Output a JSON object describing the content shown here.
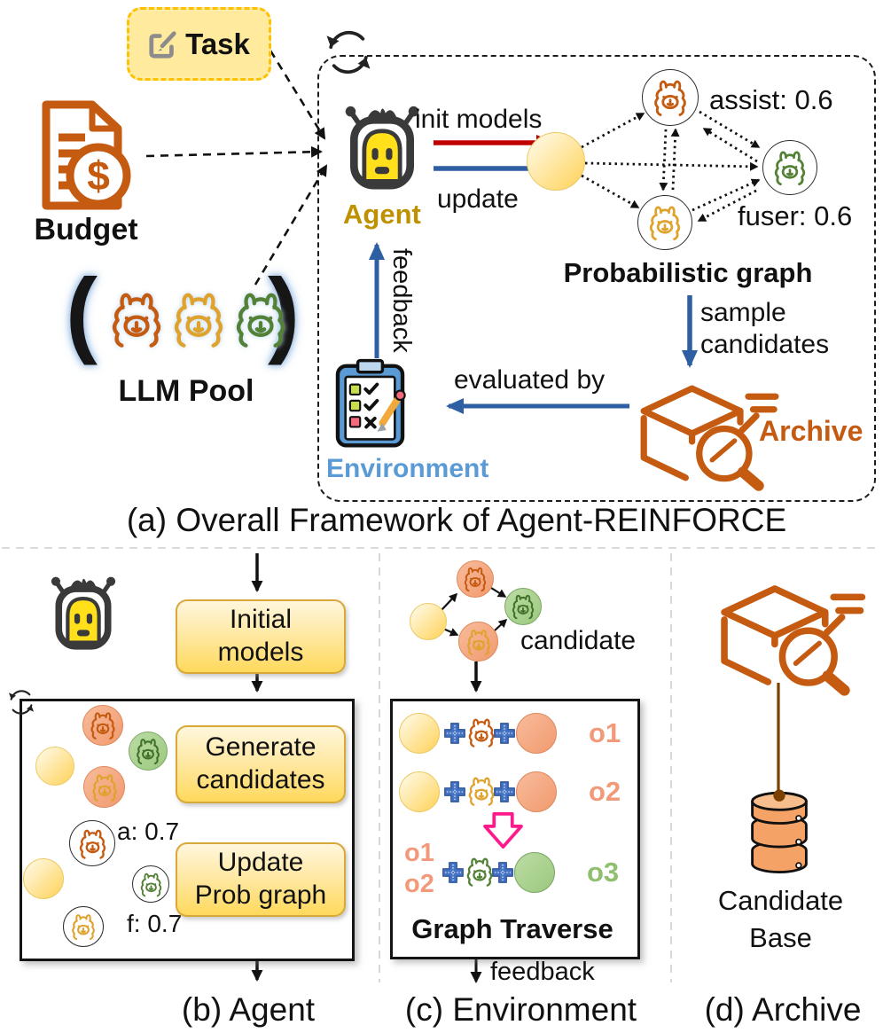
{
  "inputs": {
    "task_label": "Task",
    "budget_label": "Budget",
    "budget_currency": "$",
    "llm_pool_label": "LLM Pool"
  },
  "panel_a": {
    "caption": "(a) Overall Framework of Agent-REINFORCE",
    "agent_label": "Agent",
    "init_models_label": "init models",
    "update_label": "update",
    "feedback_label": "feedback",
    "prob_graph_label": "Probabilistic graph",
    "assist_label": "assist: 0.6",
    "fuser_label": "fuser: 0.6",
    "sample_line1": "sample",
    "sample_line2": "candidates",
    "evaluated_by_label": "evaluated by",
    "environment_label": "Environment",
    "archive_label": "Archive"
  },
  "panel_b": {
    "caption": "(b) Agent",
    "initial_models_line1": "Initial",
    "initial_models_line2": "models",
    "generate_line1": "Generate",
    "generate_line2": "candidates",
    "update_line1": "Update",
    "update_line2": "Prob graph",
    "assist_prob": "a: 0.7",
    "fuser_prob": "f: 0.7"
  },
  "panel_c": {
    "caption": "(c) Environment",
    "candidate_label": "candidate",
    "row1_output": "o1",
    "row2_output": "o2",
    "row3_input1": "o1",
    "row3_input2": "o2",
    "row3_output": "o3",
    "graph_traverse_label": "Graph Traverse",
    "feedback_label": "feedback"
  },
  "panel_d": {
    "caption": "(d) Archive",
    "candidate_base_line1": "Candidate",
    "candidate_base_line2": "Base"
  },
  "colors": {
    "llama_orange": "#C55A11",
    "llama_gold": "#DFA32D",
    "llama_green": "#538135",
    "blue_arrow": "#2E5FA3",
    "red_arrow": "#C00000",
    "agent_gold": "#BF9000",
    "environment_blue": "#5B9BD5",
    "archive_orange": "#C55A11",
    "salmon": "#F2997A",
    "light_green": "#8FBF6F",
    "pink_arrow": "#FF1A8C",
    "plus_blue": "#4472C4",
    "task_border": "#FFC000"
  }
}
